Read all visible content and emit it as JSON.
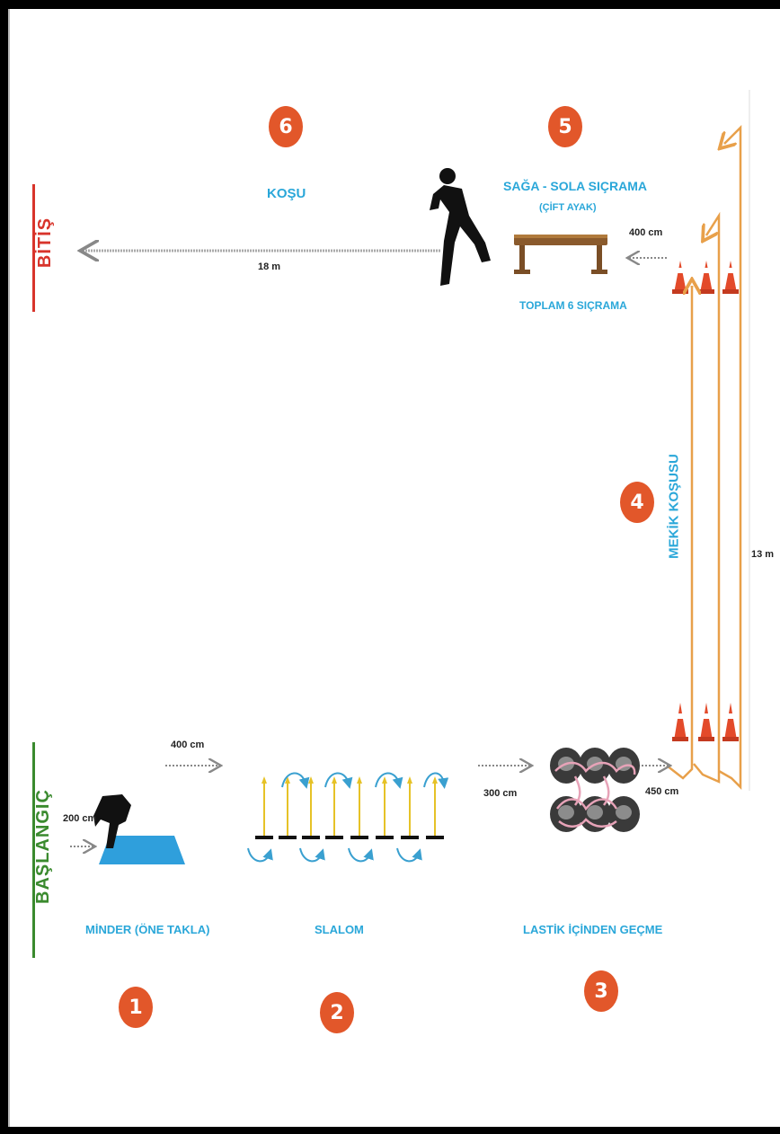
{
  "labels": {
    "finish": "BİTİŞ",
    "start": "BAŞLANGIÇ",
    "step1": "MİNDER (ÖNE TAKLA)",
    "step2": "SLALOM",
    "step3": "LASTİK İÇİNDEN GEÇME",
    "step4": "MEKİK KOŞUSU",
    "step5_title": "SAĞA - SOLA SIÇRAMA",
    "step5_sub": "(ÇİFT AYAK)",
    "step5_total": "TOPLAM 6 SIÇRAMA",
    "step6": "KOŞU"
  },
  "numbers": {
    "n1": "1",
    "n2": "2",
    "n3": "3",
    "n4": "4",
    "n5": "5",
    "n6": "6"
  },
  "distances": {
    "d200": "200 cm",
    "d400_start": "400 cm",
    "d300": "300 cm",
    "d450": "450 cm",
    "d400_top": "400 cm",
    "d18": "18 m",
    "d13": "13 m"
  },
  "colors": {
    "accent": "#e2572a",
    "title_blue": "#2aa7d9",
    "finish_red": "#d8342b",
    "start_green": "#3a8a2e",
    "path_orange": "#e8a04a",
    "mat_blue": "#2f9fdc"
  }
}
